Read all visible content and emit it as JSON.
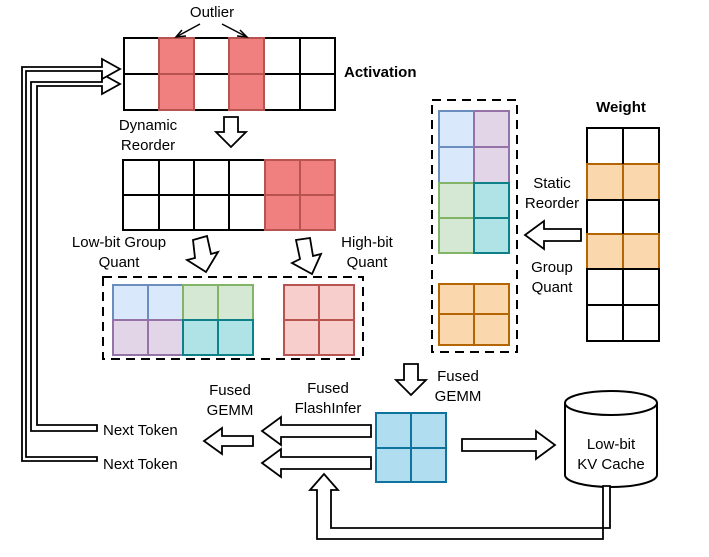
{
  "labels": {
    "outlier": "Outlier",
    "activation": "Activation",
    "dynamic_reorder_1": "Dynamic",
    "dynamic_reorder_2": "Reorder",
    "low_bit_group_1": "Low-bit Group",
    "low_bit_group_2": "Quant",
    "high_bit_1": "High-bit",
    "high_bit_2": "Quant",
    "weight": "Weight",
    "static_reorder_1": "Static",
    "static_reorder_2": "Reorder",
    "group_quant_1": "Group",
    "group_quant_2": "Quant",
    "fused_gemm_right_1": "Fused",
    "fused_gemm_right_2": "GEMM",
    "fused_gemm_left_1": "Fused",
    "fused_gemm_left_2": "GEMM",
    "fused_flashinfer_1": "Fused",
    "fused_flashinfer_2": "FlashInfer",
    "next_token_top": "Next Token",
    "next_token_bottom": "Next Token",
    "kv_cache_1": "Low-bit",
    "kv_cache_2": "KV Cache"
  },
  "colors": {
    "outlier_fill": "#f08080",
    "outlier_stroke": "#b85450",
    "high_bit_fill": "#f8cecc",
    "high_bit_stroke": "#b85450",
    "blue_fill": "#dae8fc",
    "blue_stroke": "#6c8ebf",
    "purple_fill": "#e1d5e7",
    "purple_stroke": "#9673a6",
    "green_fill": "#d5e8d4",
    "green_stroke": "#82b366",
    "teal_fill": "#b0e3e6",
    "teal_stroke": "#0e8088",
    "orange_fill": "#fad7ac",
    "orange_stroke": "#b46504",
    "output_fill": "#b1ddf0",
    "output_stroke": "#10739e"
  }
}
